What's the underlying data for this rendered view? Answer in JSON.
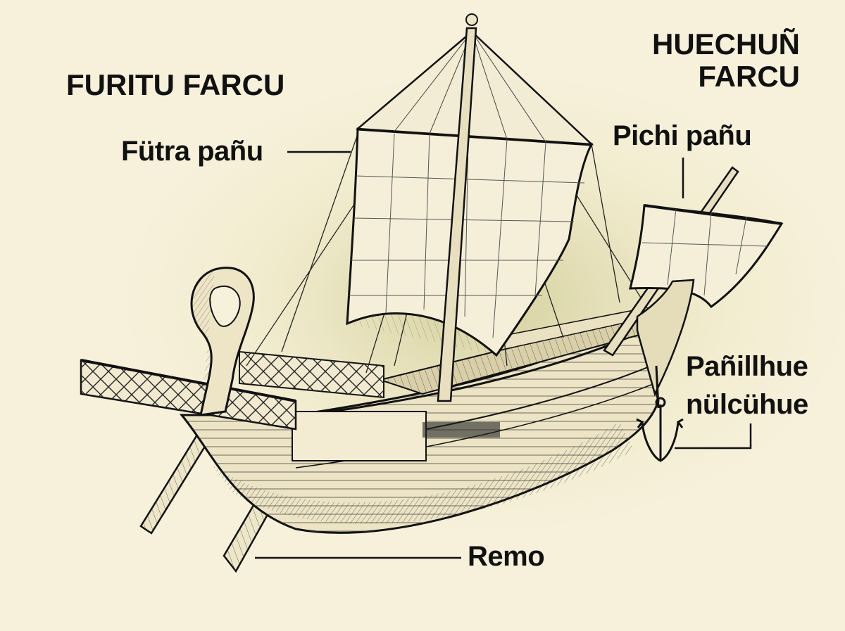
{
  "headings": {
    "stern": "FURITU FARCU",
    "bow_line1": "HUECHUÑ",
    "bow_line2": "FARCU"
  },
  "parts": {
    "main_sail": "Fütra pañu",
    "small_sail": "Pichi pañu",
    "anchor_line1": "Pañillhue",
    "anchor_line2": "nülcühue",
    "oar": "Remo"
  },
  "icons": {
    "ship": "ancient-roman-merchant-ship-illustration"
  },
  "colors": {
    "background": "#f7f1dc",
    "glow": "#bab86e",
    "ink": "#111111"
  }
}
